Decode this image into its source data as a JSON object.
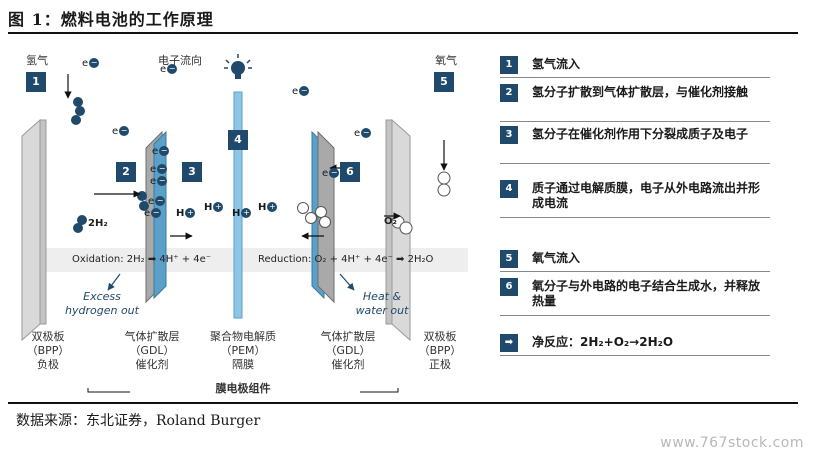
{
  "figure": {
    "title": "图 1：燃料电池的工作原理",
    "source": "数据来源：东北证券，Roland Burger",
    "watermark": "www.767stock.com"
  },
  "diagram": {
    "top_labels": {
      "hydrogen": "氢气",
      "electron_flow": "电子流向",
      "oxygen": "氧气"
    },
    "markers": [
      "1",
      "2",
      "3",
      "4",
      "5",
      "6"
    ],
    "equations": {
      "oxidation": "Oxidation: 2H₂ ➡ 4H⁺ + 4e⁻",
      "reduction": "Reduction: O₂ + 4H⁺ + 4e⁻ ➡ 2H₂O",
      "h2": "2H₂",
      "o2": "O₂"
    },
    "species": {
      "electron": "e",
      "proton": "H",
      "oxygen_ion": "O"
    },
    "outputs": {
      "excess_h2": [
        "Excess",
        "hydrogen out"
      ],
      "heat_water": [
        "Heat &",
        "water out"
      ]
    },
    "bottom_labels": [
      {
        "line1": "双极板",
        "line2": "（BPP）",
        "line3": "负极"
      },
      {
        "line1": "气体扩散层",
        "line2": "（GDL）",
        "line3": "催化剂"
      },
      {
        "line1": "聚合物电解质",
        "line2": "（PEM）",
        "line3": "隔膜"
      },
      {
        "line1": "气体扩散层",
        "line2": "（GDL）",
        "line3": "催化剂"
      },
      {
        "line1": "双极板",
        "line2": "（BPP）",
        "line3": "正极"
      }
    ],
    "assembly_label": "膜电极组件"
  },
  "legend": [
    {
      "num": "1",
      "text": "氢气流入"
    },
    {
      "num": "2",
      "text": "氢分子扩散到气体扩散层，与催化剂接触"
    },
    {
      "num": "3",
      "text": "氢分子在催化剂作用下分裂成质子及电子"
    },
    {
      "num": "4",
      "text": "质子通过电解质膜，电子从外电路流出并形成电流"
    },
    {
      "num": "5",
      "text": "氧气流入"
    },
    {
      "num": "6",
      "text": "氧分子与外电路的电子结合生成水，并释放热量"
    },
    {
      "num": "➡",
      "text": "净反应：2H₂+O₂→2H₂O"
    }
  ],
  "colors": {
    "navy": "#1f4a6b",
    "membrane": "#8fc6e6",
    "plate": "#dcdcdc",
    "gdl": "#a8a8a8",
    "catalyst": "#5aa0c8"
  }
}
